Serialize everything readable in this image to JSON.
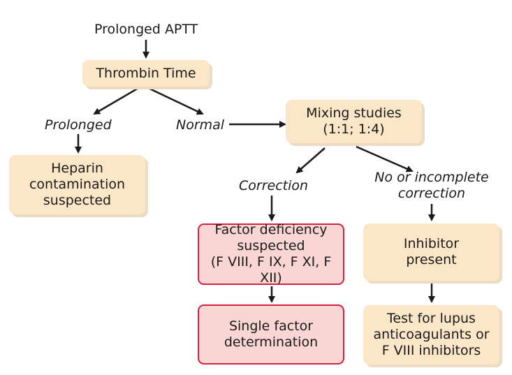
{
  "diagram": {
    "start": "Prolonged APTT",
    "thrombin": "Thrombin Time",
    "label_prolonged": "Prolonged",
    "label_normal": "Normal",
    "heparin": [
      "Heparin",
      "contamination",
      "suspected"
    ],
    "mixing": [
      "Mixing studies",
      "(1:1; 1:4)"
    ],
    "label_correction": "Correction",
    "label_incomplete": [
      "No or incomplete",
      "correction"
    ],
    "factor": [
      "Factor deficiency",
      "suspected",
      "(F VIII, F IX, F XI, F XII)"
    ],
    "single": [
      "Single factor",
      "determination"
    ],
    "inhibitor": [
      "Inhibitor",
      "present"
    ],
    "lupus": [
      "Test for lupus",
      "anticoagulants or",
      "F VIII inhibitors"
    ],
    "colors": {
      "box_tan": "#fbe7c7",
      "box_red": "#f9d6d3",
      "border_red": "#d6203c",
      "arrow": "#1a1a1a"
    }
  }
}
